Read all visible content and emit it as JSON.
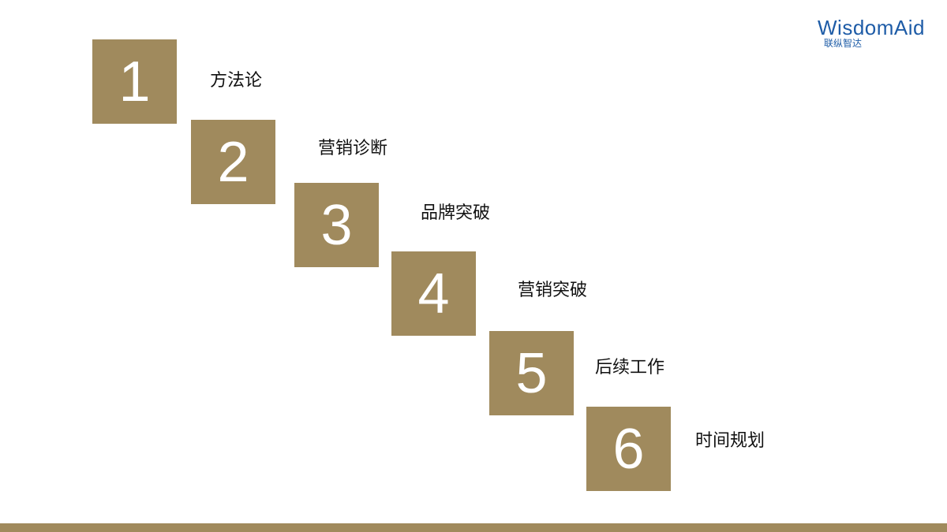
{
  "logo": {
    "text_en": "WisdomAid",
    "text_cn": "联纵智达"
  },
  "steps": [
    {
      "number": "1",
      "label": "方法论"
    },
    {
      "number": "2",
      "label": "营销诊断"
    },
    {
      "number": "3",
      "label": "品牌突破"
    },
    {
      "number": "4",
      "label": "营销突破"
    },
    {
      "number": "5",
      "label": "后续工作"
    },
    {
      "number": "6",
      "label": "时间规划"
    }
  ],
  "colors": {
    "box": "#a08a5d",
    "bottom_bar": "#a08a5d",
    "logo": "#1e5ca7"
  }
}
